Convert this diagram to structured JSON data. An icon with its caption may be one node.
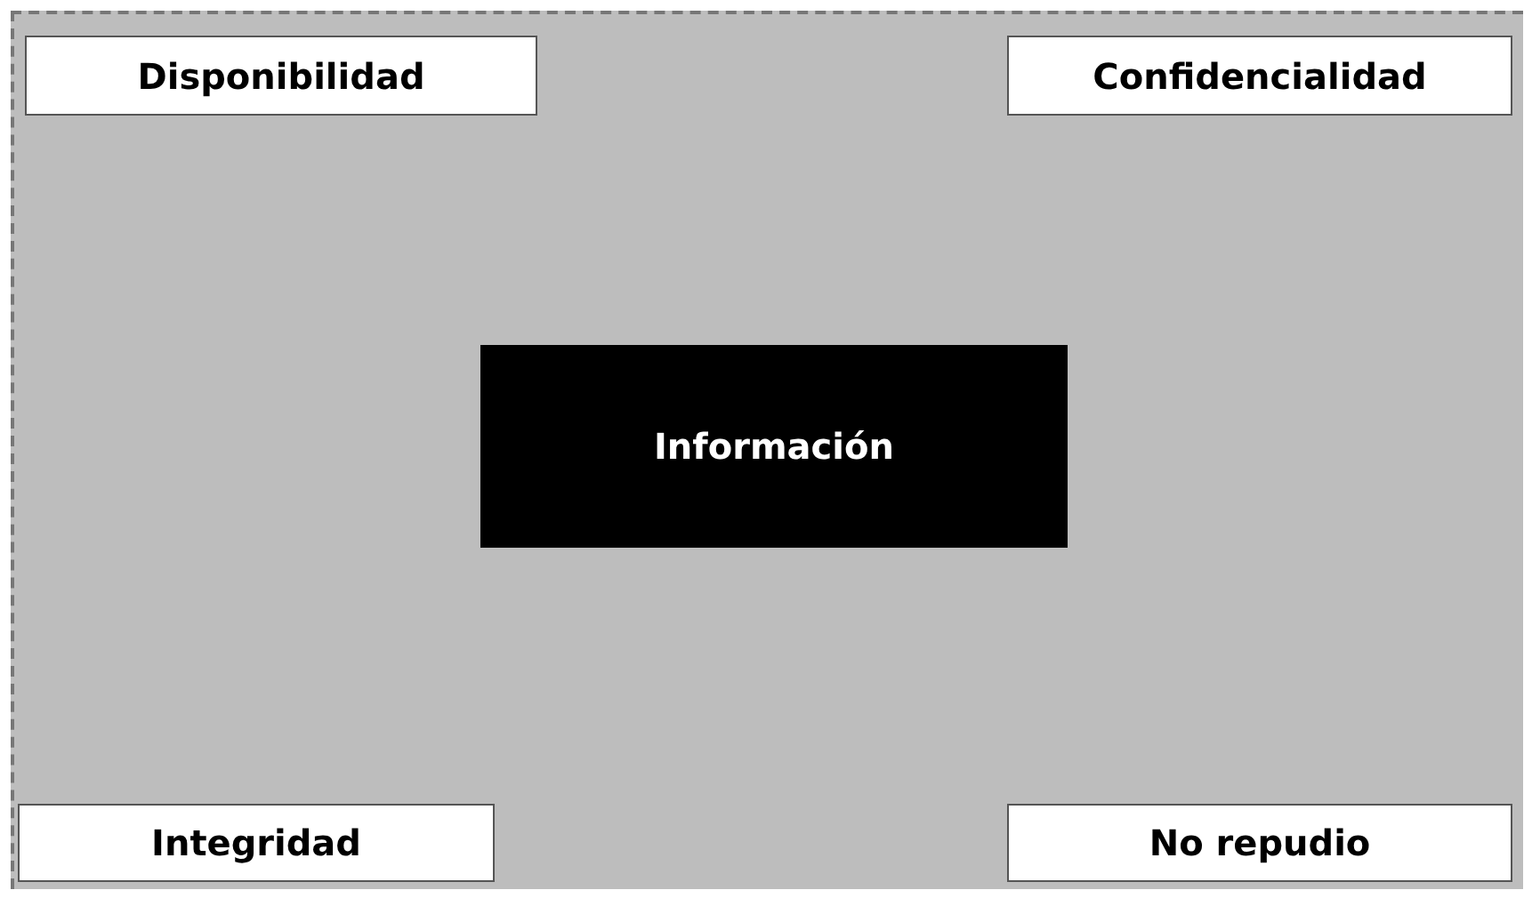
{
  "diagram": {
    "nodes": [
      {
        "text": [],
        "shape": "box"
      },
      {
        "text": [
          "Disponibilidad"
        ],
        "in": 0
      },
      {
        "text": [
          "Confidencialidad"
        ],
        "in": 0
      },
      {
        "text": [
          "Información"
        ],
        "in": 0
      },
      {
        "text": [
          "Integridad"
        ],
        "in": 0
      },
      {
        "text": [
          "No repudio"
        ],
        "in": 0
      }
    ]
  }
}
